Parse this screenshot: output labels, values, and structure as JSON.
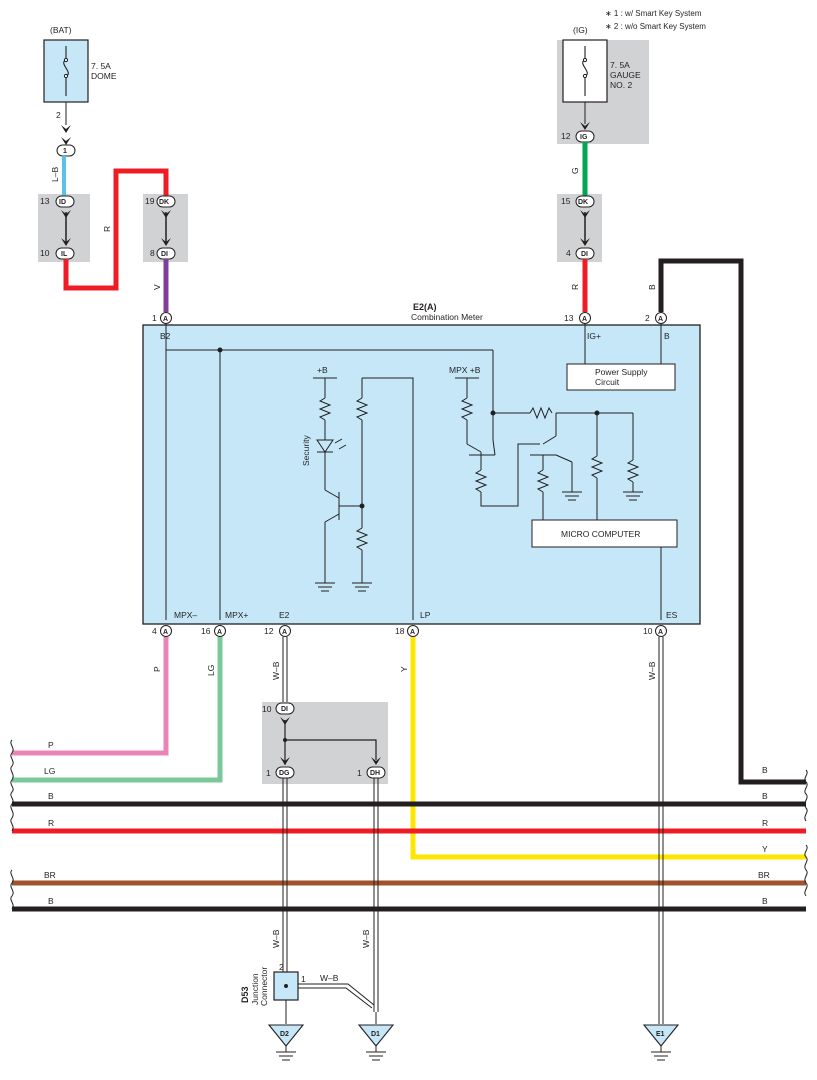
{
  "notes": [
    "∗ 1 : w/ Smart Key System",
    "∗ 2 : w/o Smart Key System"
  ],
  "fuse_bat": {
    "source": "(BAT)",
    "rating": "7. 5A",
    "name": "DOME",
    "pin": "2"
  },
  "fuse_ig": {
    "source": "(IG)",
    "rating": "7. 5A",
    "name1": "GAUGE",
    "name2": "NO. 2",
    "pin": "12",
    "conn": "IG"
  },
  "conn1": {
    "pin": "1",
    "label": "1"
  },
  "left_chain": {
    "id_pin": "13",
    "id": "ID",
    "il_pin": "10",
    "il": "IL",
    "dk_pin": "19",
    "dk": "DK",
    "di_pin": "8",
    "di": "DI"
  },
  "right_chain": {
    "dk_pin": "15",
    "dk": "DK",
    "di_pin": "4",
    "di": "DI"
  },
  "wire_labels": {
    "lb": "L–B",
    "r1": "R",
    "v": "V",
    "g": "G",
    "r2": "R",
    "b_top": "B",
    "p": "P",
    "lg": "LG",
    "wb1": "W–B",
    "y": "Y",
    "wb_es": "W–B",
    "wb_dg": "W–B",
    "wb_dh": "W–B",
    "wb_junc": "W–B"
  },
  "meter": {
    "ref": "E2(A)",
    "name": "Combination Meter",
    "conn": "A",
    "pin_b2": "1",
    "b2": "B2",
    "pin_ig": "13",
    "ig": "IG+",
    "pin_b": "2",
    "b": "B",
    "power": "Power Supply",
    "power2": "Circuit",
    "plus_b": "+B",
    "security": "Security",
    "mpx_b": "MPX +B",
    "micro": "MICRO COMPUTER",
    "bottom": [
      {
        "pin": "4",
        "label": "MPX–"
      },
      {
        "pin": "16",
        "label": "MPX+"
      },
      {
        "pin": "12",
        "label": "E2"
      },
      {
        "pin": "18",
        "label": "LP"
      },
      {
        "pin": "10",
        "label": "ES"
      }
    ]
  },
  "junction_block": {
    "di_pin": "10",
    "di": "DI",
    "dg_pin": "1",
    "dg": "DG",
    "dh_pin": "1",
    "dh": "DH"
  },
  "buses": [
    {
      "label": "P",
      "color": "#e985b6"
    },
    {
      "label": "LG",
      "color": "#7bc89a"
    },
    {
      "label": "B",
      "color": "#231f20"
    },
    {
      "label": "R",
      "color": "#ee1c25"
    },
    {
      "label": "Y",
      "color": "#fee600"
    },
    {
      "label": "BR",
      "color": "#a0522d"
    },
    {
      "label": "B",
      "color": "#231f20"
    }
  ],
  "right_bus_labels": [
    "B",
    "B",
    "R",
    "Y",
    "BR",
    "B"
  ],
  "junction_connector": {
    "ref": "D53",
    "name1": "Junction",
    "name2": "Connector",
    "pin2": "2",
    "pin1": "1"
  },
  "grounds": [
    "D2",
    "D1",
    "E1"
  ],
  "colors": {
    "box_fill": "#c6e7f8",
    "gray_panel": "#d1d2d4",
    "line": "#231f20"
  }
}
